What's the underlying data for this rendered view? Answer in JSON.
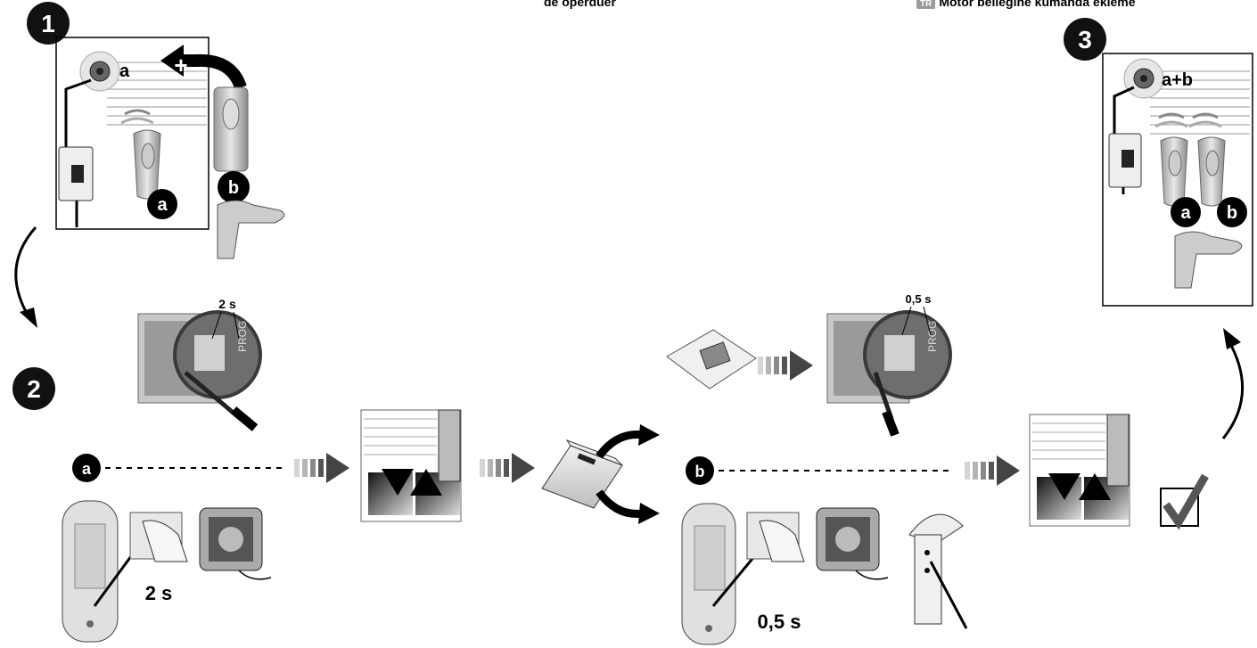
{
  "top_center_text": "de operduer",
  "top_right": {
    "lang_badge": "TR",
    "text": "Motor belleğine kumanda ekleme"
  },
  "steps": {
    "one": "1",
    "two": "2",
    "three": "3"
  },
  "panel1": {
    "motor_label": "a",
    "remote_a": "a",
    "remote_b": "b",
    "plus": "+"
  },
  "panel3": {
    "motor_label": "a+b",
    "remote_a": "a",
    "remote_b": "b"
  },
  "prog_left": {
    "time": "2 s",
    "prog_text": "PROG"
  },
  "prog_right": {
    "time": "0,5 s",
    "prog_text": "PROG"
  },
  "row_a": {
    "badge": "a",
    "time": "2 s"
  },
  "row_b": {
    "badge": "b",
    "time": "0,5 s"
  },
  "colors": {
    "ink": "#000000",
    "gray_light": "#d7d7d7",
    "gray_mid": "#9a9a9a",
    "gray_dark": "#555555"
  }
}
